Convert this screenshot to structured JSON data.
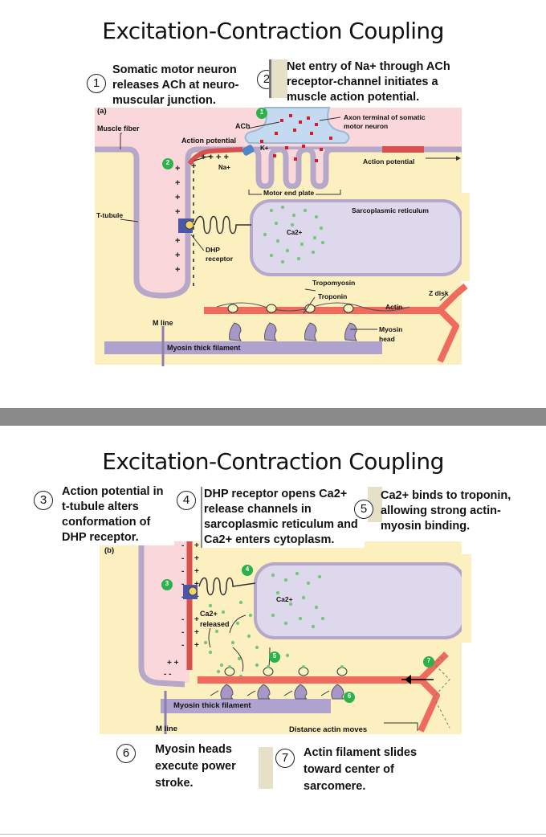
{
  "slide1": {
    "title": "Excitation-Contraction Coupling",
    "steps": [
      {
        "number": "1",
        "text": "Somatic motor neuron releases ACh at neuro-muscular junction."
      },
      {
        "number": "2",
        "text": "Net entry of Na+ through ACh receptor-channel initiates a muscle action potential."
      }
    ],
    "panel_label": "(a)",
    "labels": {
      "muscle_fiber": "Muscle fiber",
      "ach": "ACh",
      "axon_terminal": "Axon terminal of somatic motor neuron",
      "action_potential_left": "Action potential",
      "action_potential_right": "Action potential",
      "k": "K+",
      "na": "Na+",
      "motor_end_plate": "Motor end plate",
      "t_tubule": "T-tubule",
      "sr": "Sarcoplasmic reticulum",
      "ca": "Ca2+",
      "dhp": "DHP receptor",
      "tropomyosin": "Tropomyosin",
      "troponin": "Troponin",
      "z_disk": "Z disk",
      "actin": "Actin",
      "m_line": "M line",
      "myosin_head": "Myosin head",
      "myosin_thick": "Myosin thick filament"
    },
    "badges": [
      "1",
      "2"
    ]
  },
  "slide2": {
    "title": "Excitation-Contraction Coupling",
    "steps": [
      {
        "number": "3",
        "text": "Action potential in t-tubule alters conformation of DHP receptor."
      },
      {
        "number": "4",
        "text": "DHP receptor opens Ca2+ release channels in sarcoplasmic reticulum and Ca2+ enters cytoplasm."
      },
      {
        "number": "5",
        "text": "Ca2+ binds to troponin, allowing strong actin-myosin binding."
      },
      {
        "number": "6",
        "text": "Myosin heads execute power stroke."
      },
      {
        "number": "7",
        "text": "Actin filament slides toward center of sarcomere."
      }
    ],
    "panel_label": "(b)",
    "labels": {
      "ca": "Ca2+",
      "ca_released": "Ca2+ released",
      "myosin_thick": "Myosin thick filament",
      "m_line": "M line",
      "distance": "Distance actin moves"
    },
    "badges": [
      "3",
      "4",
      "5",
      "6",
      "7"
    ]
  },
  "colors": {
    "cytoplasm": "#fdf0c0",
    "extracellular": "#f9d7db",
    "membrane": "#b7a7c9",
    "sr": "#ddd8ec",
    "ca_dot": "#7cc47f",
    "ach_dot": "#d31c2c",
    "actin": "#ef6b5e",
    "myosin": "#b0a2cf",
    "badge": "#2ab34a"
  }
}
